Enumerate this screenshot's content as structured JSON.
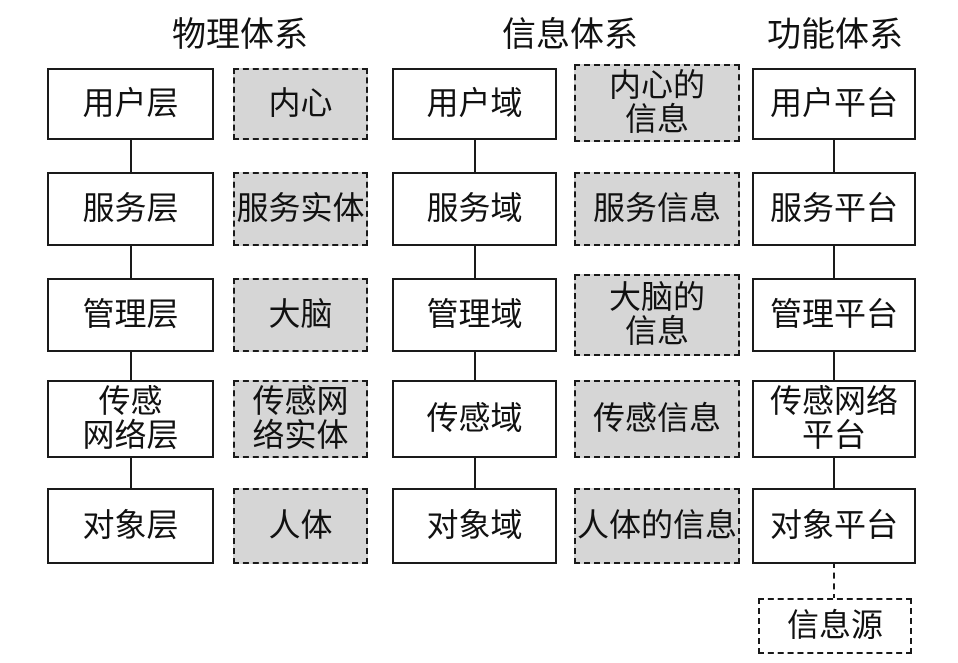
{
  "headings": {
    "physical": "物理体系",
    "information": "信息体系",
    "functional": "功能体系"
  },
  "physical_layers": [
    {
      "label": "用户层"
    },
    {
      "label": "服务层"
    },
    {
      "label": "管理层"
    },
    {
      "label": "传感\n网络层"
    },
    {
      "label": "对象层"
    }
  ],
  "physical_entities": [
    {
      "label": "内心"
    },
    {
      "label": "服务实体"
    },
    {
      "label": "大脑"
    },
    {
      "label": "传感网\n络实体"
    },
    {
      "label": "人体"
    }
  ],
  "info_domains": [
    {
      "label": "用户域"
    },
    {
      "label": "服务域"
    },
    {
      "label": "管理域"
    },
    {
      "label": "传感域"
    },
    {
      "label": "对象域"
    }
  ],
  "info_contents": [
    {
      "label": "内心的\n信息"
    },
    {
      "label": "服务信息"
    },
    {
      "label": "大脑的\n信息"
    },
    {
      "label": "传感信息"
    },
    {
      "label": "人体的信息"
    }
  ],
  "functional_platforms": [
    {
      "label": "用户平台"
    },
    {
      "label": "服务平台"
    },
    {
      "label": "管理平台"
    },
    {
      "label": "传感网络\n平台"
    },
    {
      "label": "对象平台"
    }
  ],
  "info_source": {
    "label": "信息源"
  }
}
